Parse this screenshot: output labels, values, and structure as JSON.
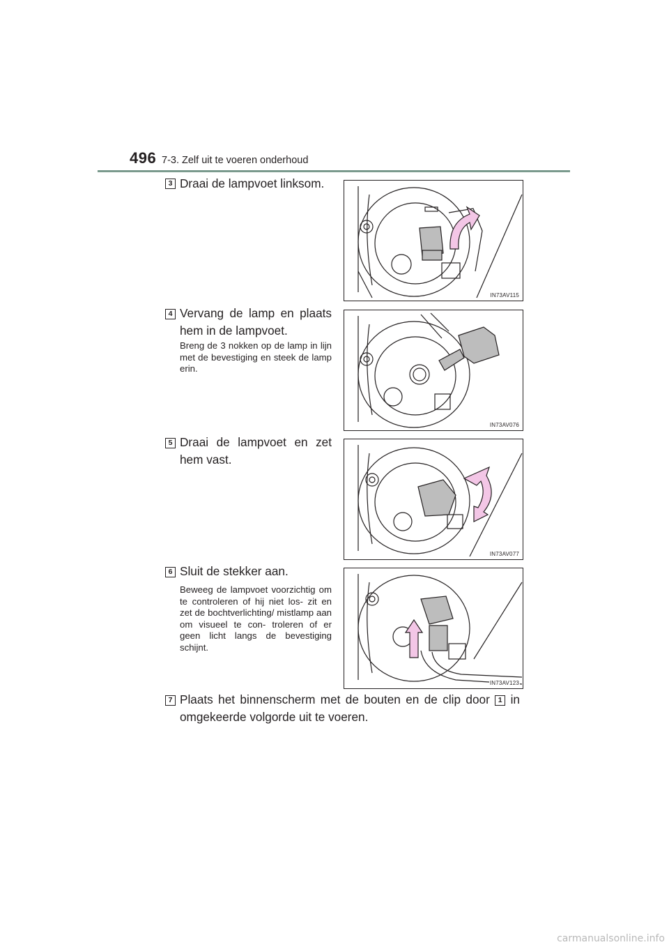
{
  "header": {
    "page_number": "496",
    "section": "7-3. Zelf uit te voeren onderhoud"
  },
  "steps": [
    {
      "number": "3",
      "title": "Draai de lampvoet linksom.",
      "note": "",
      "figure_code": "IN73AV115"
    },
    {
      "number": "4",
      "title": "Vervang de lamp en plaats hem in de lampvoet.",
      "note": "Breng de 3 nokken op de lamp in lijn met de bevestiging en steek de lamp erin.",
      "figure_code": "IN73AV076"
    },
    {
      "number": "5",
      "title": "Draai de lampvoet en zet hem vast.",
      "note": "",
      "figure_code": "IN73AV077"
    },
    {
      "number": "6",
      "title": "Sluit de stekker aan.",
      "note": "Beweeg de lampvoet voorzichtig om te controleren of hij niet los- zit en zet de bochtverlichting/ mistlamp aan om visueel te con- troleren of er geen licht langs de bevestiging schijnt.",
      "figure_code": "IN73AV123"
    },
    {
      "number": "7",
      "text_before": "Plaats het binnenscherm met de bouten en de clip door",
      "ref": "1",
      "text_after": "in omgekeerde volgorde uit te voeren."
    }
  ],
  "colors": {
    "rule": "#7a9a8d",
    "arrow": "#f3c6e6",
    "part_grey": "#bdbdbd"
  },
  "watermark": "carmanualsonline.info"
}
